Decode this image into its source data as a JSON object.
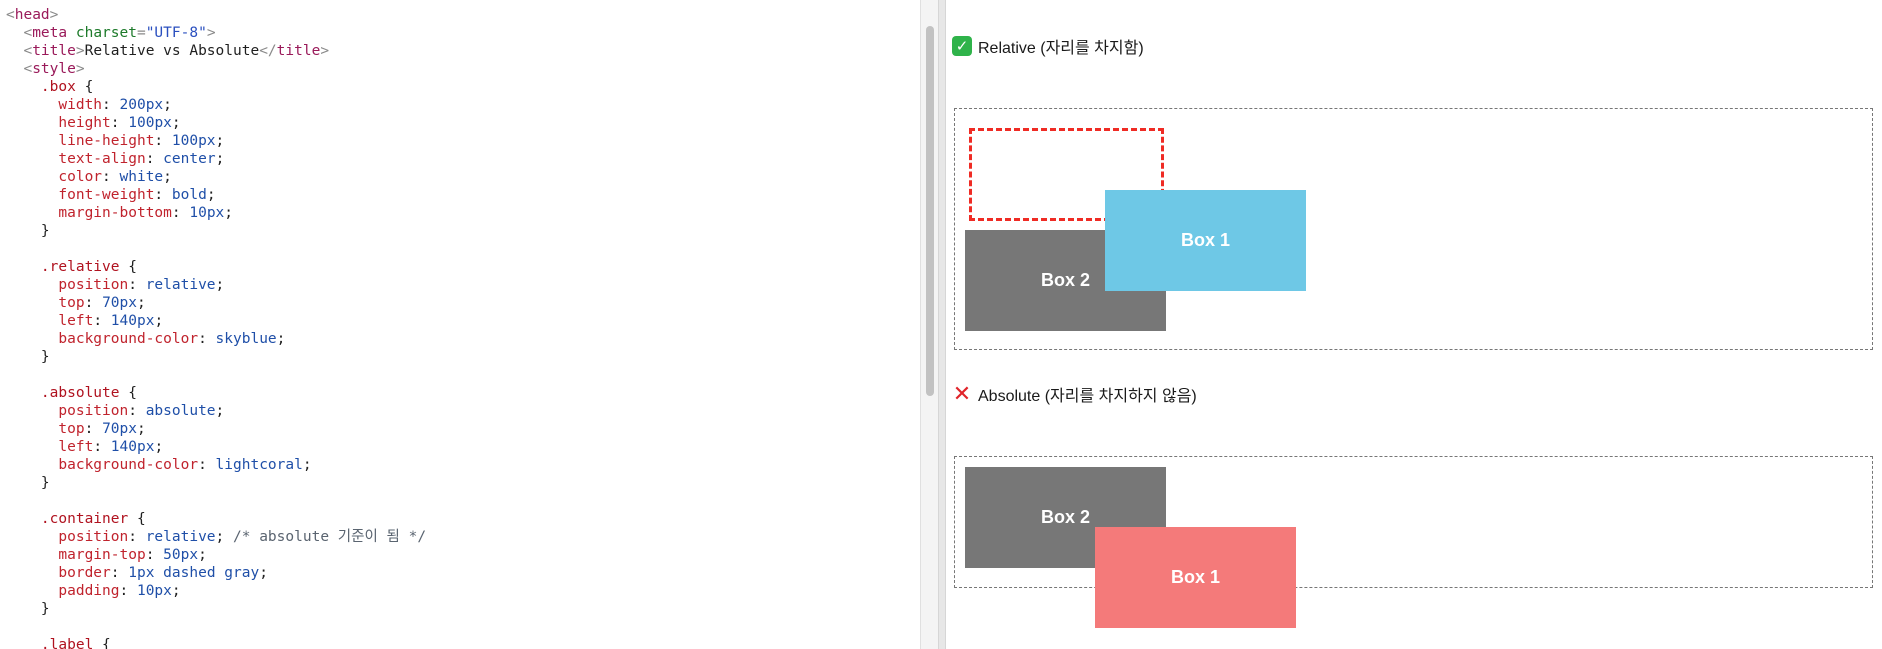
{
  "editor": {
    "lines": [
      [
        [
          "punc",
          "<"
        ],
        [
          "tag",
          "head"
        ],
        [
          "punc",
          ">"
        ]
      ],
      [
        [
          "text",
          "  "
        ],
        [
          "punc",
          "<"
        ],
        [
          "tag",
          "meta "
        ],
        [
          "attr",
          "charset"
        ],
        [
          "punc",
          "="
        ],
        [
          "str",
          "\"UTF-8\""
        ],
        [
          "punc",
          ">"
        ]
      ],
      [
        [
          "text",
          "  "
        ],
        [
          "punc",
          "<"
        ],
        [
          "tag",
          "title"
        ],
        [
          "punc",
          ">"
        ],
        [
          "text",
          "Relative vs Absolute"
        ],
        [
          "punc",
          "</"
        ],
        [
          "tag",
          "title"
        ],
        [
          "punc",
          ">"
        ]
      ],
      [
        [
          "text",
          "  "
        ],
        [
          "punc",
          "<"
        ],
        [
          "tag",
          "style"
        ],
        [
          "punc",
          ">"
        ]
      ],
      [
        [
          "text",
          "    "
        ],
        [
          "sel",
          ".box"
        ],
        [
          "text",
          " {"
        ]
      ],
      [
        [
          "text",
          "      "
        ],
        [
          "prop",
          "width"
        ],
        [
          "text",
          ": "
        ],
        [
          "val",
          "200px"
        ],
        [
          "text",
          ";"
        ]
      ],
      [
        [
          "text",
          "      "
        ],
        [
          "prop",
          "height"
        ],
        [
          "text",
          ": "
        ],
        [
          "val",
          "100px"
        ],
        [
          "text",
          ";"
        ]
      ],
      [
        [
          "text",
          "      "
        ],
        [
          "prop",
          "line-height"
        ],
        [
          "text",
          ": "
        ],
        [
          "val",
          "100px"
        ],
        [
          "text",
          ";"
        ]
      ],
      [
        [
          "text",
          "      "
        ],
        [
          "prop",
          "text-align"
        ],
        [
          "text",
          ": "
        ],
        [
          "val",
          "center"
        ],
        [
          "text",
          ";"
        ]
      ],
      [
        [
          "text",
          "      "
        ],
        [
          "prop",
          "color"
        ],
        [
          "text",
          ": "
        ],
        [
          "val",
          "white"
        ],
        [
          "text",
          ";"
        ]
      ],
      [
        [
          "text",
          "      "
        ],
        [
          "prop",
          "font-weight"
        ],
        [
          "text",
          ": "
        ],
        [
          "val",
          "bold"
        ],
        [
          "text",
          ";"
        ]
      ],
      [
        [
          "text",
          "      "
        ],
        [
          "prop",
          "margin-bottom"
        ],
        [
          "text",
          ": "
        ],
        [
          "val",
          "10px"
        ],
        [
          "text",
          ";"
        ]
      ],
      [
        [
          "text",
          "    }"
        ]
      ],
      [
        [
          "text",
          ""
        ]
      ],
      [
        [
          "text",
          "    "
        ],
        [
          "sel",
          ".relative"
        ],
        [
          "text",
          " {"
        ]
      ],
      [
        [
          "text",
          "      "
        ],
        [
          "prop",
          "position"
        ],
        [
          "text",
          ": "
        ],
        [
          "val",
          "relative"
        ],
        [
          "text",
          ";"
        ]
      ],
      [
        [
          "text",
          "      "
        ],
        [
          "prop",
          "top"
        ],
        [
          "text",
          ": "
        ],
        [
          "val",
          "70px"
        ],
        [
          "text",
          ";"
        ]
      ],
      [
        [
          "text",
          "      "
        ],
        [
          "prop",
          "left"
        ],
        [
          "text",
          ": "
        ],
        [
          "val",
          "140px"
        ],
        [
          "text",
          ";"
        ]
      ],
      [
        [
          "text",
          "      "
        ],
        [
          "prop",
          "background-color"
        ],
        [
          "text",
          ": "
        ],
        [
          "val",
          "skyblue"
        ],
        [
          "text",
          ";"
        ]
      ],
      [
        [
          "text",
          "    }"
        ]
      ],
      [
        [
          "text",
          ""
        ]
      ],
      [
        [
          "text",
          "    "
        ],
        [
          "sel",
          ".absolute"
        ],
        [
          "text",
          " {"
        ]
      ],
      [
        [
          "text",
          "      "
        ],
        [
          "prop",
          "position"
        ],
        [
          "text",
          ": "
        ],
        [
          "val",
          "absolute"
        ],
        [
          "text",
          ";"
        ]
      ],
      [
        [
          "text",
          "      "
        ],
        [
          "prop",
          "top"
        ],
        [
          "text",
          ": "
        ],
        [
          "val",
          "70px"
        ],
        [
          "text",
          ";"
        ]
      ],
      [
        [
          "text",
          "      "
        ],
        [
          "prop",
          "left"
        ],
        [
          "text",
          ": "
        ],
        [
          "val",
          "140px"
        ],
        [
          "text",
          ";"
        ]
      ],
      [
        [
          "text",
          "      "
        ],
        [
          "prop",
          "background-color"
        ],
        [
          "text",
          ": "
        ],
        [
          "val",
          "lightcoral"
        ],
        [
          "text",
          ";"
        ]
      ],
      [
        [
          "text",
          "    }"
        ]
      ],
      [
        [
          "text",
          ""
        ]
      ],
      [
        [
          "text",
          "    "
        ],
        [
          "sel",
          ".container"
        ],
        [
          "text",
          " {"
        ]
      ],
      [
        [
          "text",
          "      "
        ],
        [
          "prop",
          "position"
        ],
        [
          "text",
          ": "
        ],
        [
          "val",
          "relative"
        ],
        [
          "text",
          "; "
        ],
        [
          "cmt",
          "/* absolute 기준이 됨 */"
        ]
      ],
      [
        [
          "text",
          "      "
        ],
        [
          "prop",
          "margin-top"
        ],
        [
          "text",
          ": "
        ],
        [
          "val",
          "50px"
        ],
        [
          "text",
          ";"
        ]
      ],
      [
        [
          "text",
          "      "
        ],
        [
          "prop",
          "border"
        ],
        [
          "text",
          ": "
        ],
        [
          "val",
          "1px dashed gray"
        ],
        [
          "text",
          ";"
        ]
      ],
      [
        [
          "text",
          "      "
        ],
        [
          "prop",
          "padding"
        ],
        [
          "text",
          ": "
        ],
        [
          "val",
          "10px"
        ],
        [
          "text",
          ";"
        ]
      ],
      [
        [
          "text",
          "    }"
        ]
      ],
      [
        [
          "text",
          ""
        ]
      ],
      [
        [
          "text",
          "    "
        ],
        [
          "sel",
          ".label"
        ],
        [
          "text",
          " {"
        ]
      ]
    ]
  },
  "preview": {
    "relative_label": "Relative (자리를 차지함)",
    "absolute_label": "Absolute (자리를 차지하지 않음)",
    "relative_box1": "Box 1",
    "relative_box2": "Box 2",
    "absolute_box1": "Box 1",
    "absolute_box2": "Box 2",
    "icons": {
      "relative": "check-mark-icon",
      "absolute": "cross-mark-icon"
    }
  },
  "colors": {
    "skyblue": "#6ec8e6",
    "lightcoral": "#f47a7a",
    "gray_box": "#777777",
    "ghost_border": "#ef2b24",
    "check_green": "#2fb34a",
    "cross_red": "#e0242a"
  }
}
